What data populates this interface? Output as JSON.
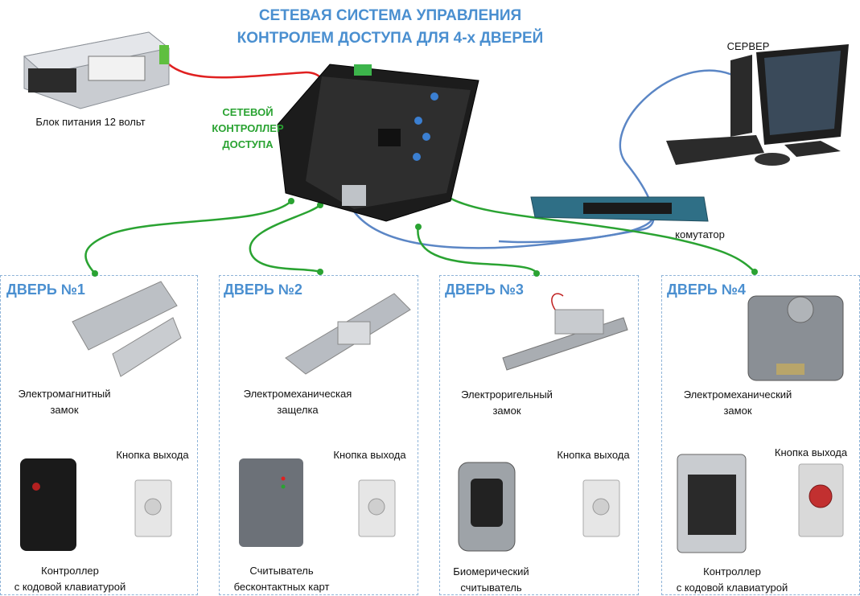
{
  "title": {
    "line1": "СЕТЕВАЯ СИСТЕМА УПРАВЛЕНИЯ",
    "line2": "КОНТРОЛЕМ ДОСТУПА ДЛЯ 4-х ДВЕРЕЙ"
  },
  "controller": {
    "line1": "СЕТЕВОЙ",
    "line2": "КОНТРОЛЛЕР",
    "line3": "ДОСТУПА"
  },
  "power_supply": {
    "label": "Блок питания 12 вольт"
  },
  "server": {
    "label": "СЕРВЕР"
  },
  "switch": {
    "label": "комутатор"
  },
  "colors": {
    "title_blue": "#4a8fd0",
    "green_link": "#2aa332",
    "red_power": "#e02020",
    "blue_network": "#5b86c5"
  },
  "doors": [
    {
      "title": "ДВЕРЬ №1",
      "lock_line1": "Электромагнитный",
      "lock_line2": "замок",
      "button": "Кнопка выхода",
      "reader_line1": "Контроллер",
      "reader_line2": "с кодовой клавиатурой"
    },
    {
      "title": "ДВЕРЬ №2",
      "lock_line1": "Электромеханическая",
      "lock_line2": "защелка",
      "button": "Кнопка выхода",
      "reader_line1": "Считыватель",
      "reader_line2": "бесконтактных карт"
    },
    {
      "title": "ДВЕРЬ №3",
      "lock_line1": "Электроригельный",
      "lock_line2": "замок",
      "button": "Кнопка выхода",
      "reader_line1": "Биомерический",
      "reader_line2": "считыватель"
    },
    {
      "title": "ДВЕРЬ №4",
      "lock_line1": "Электромеханический",
      "lock_line2": "замок",
      "button": "Кнопка выхода",
      "reader_line1": "Контроллер",
      "reader_line2": "с кодовой клавиатурой"
    }
  ]
}
